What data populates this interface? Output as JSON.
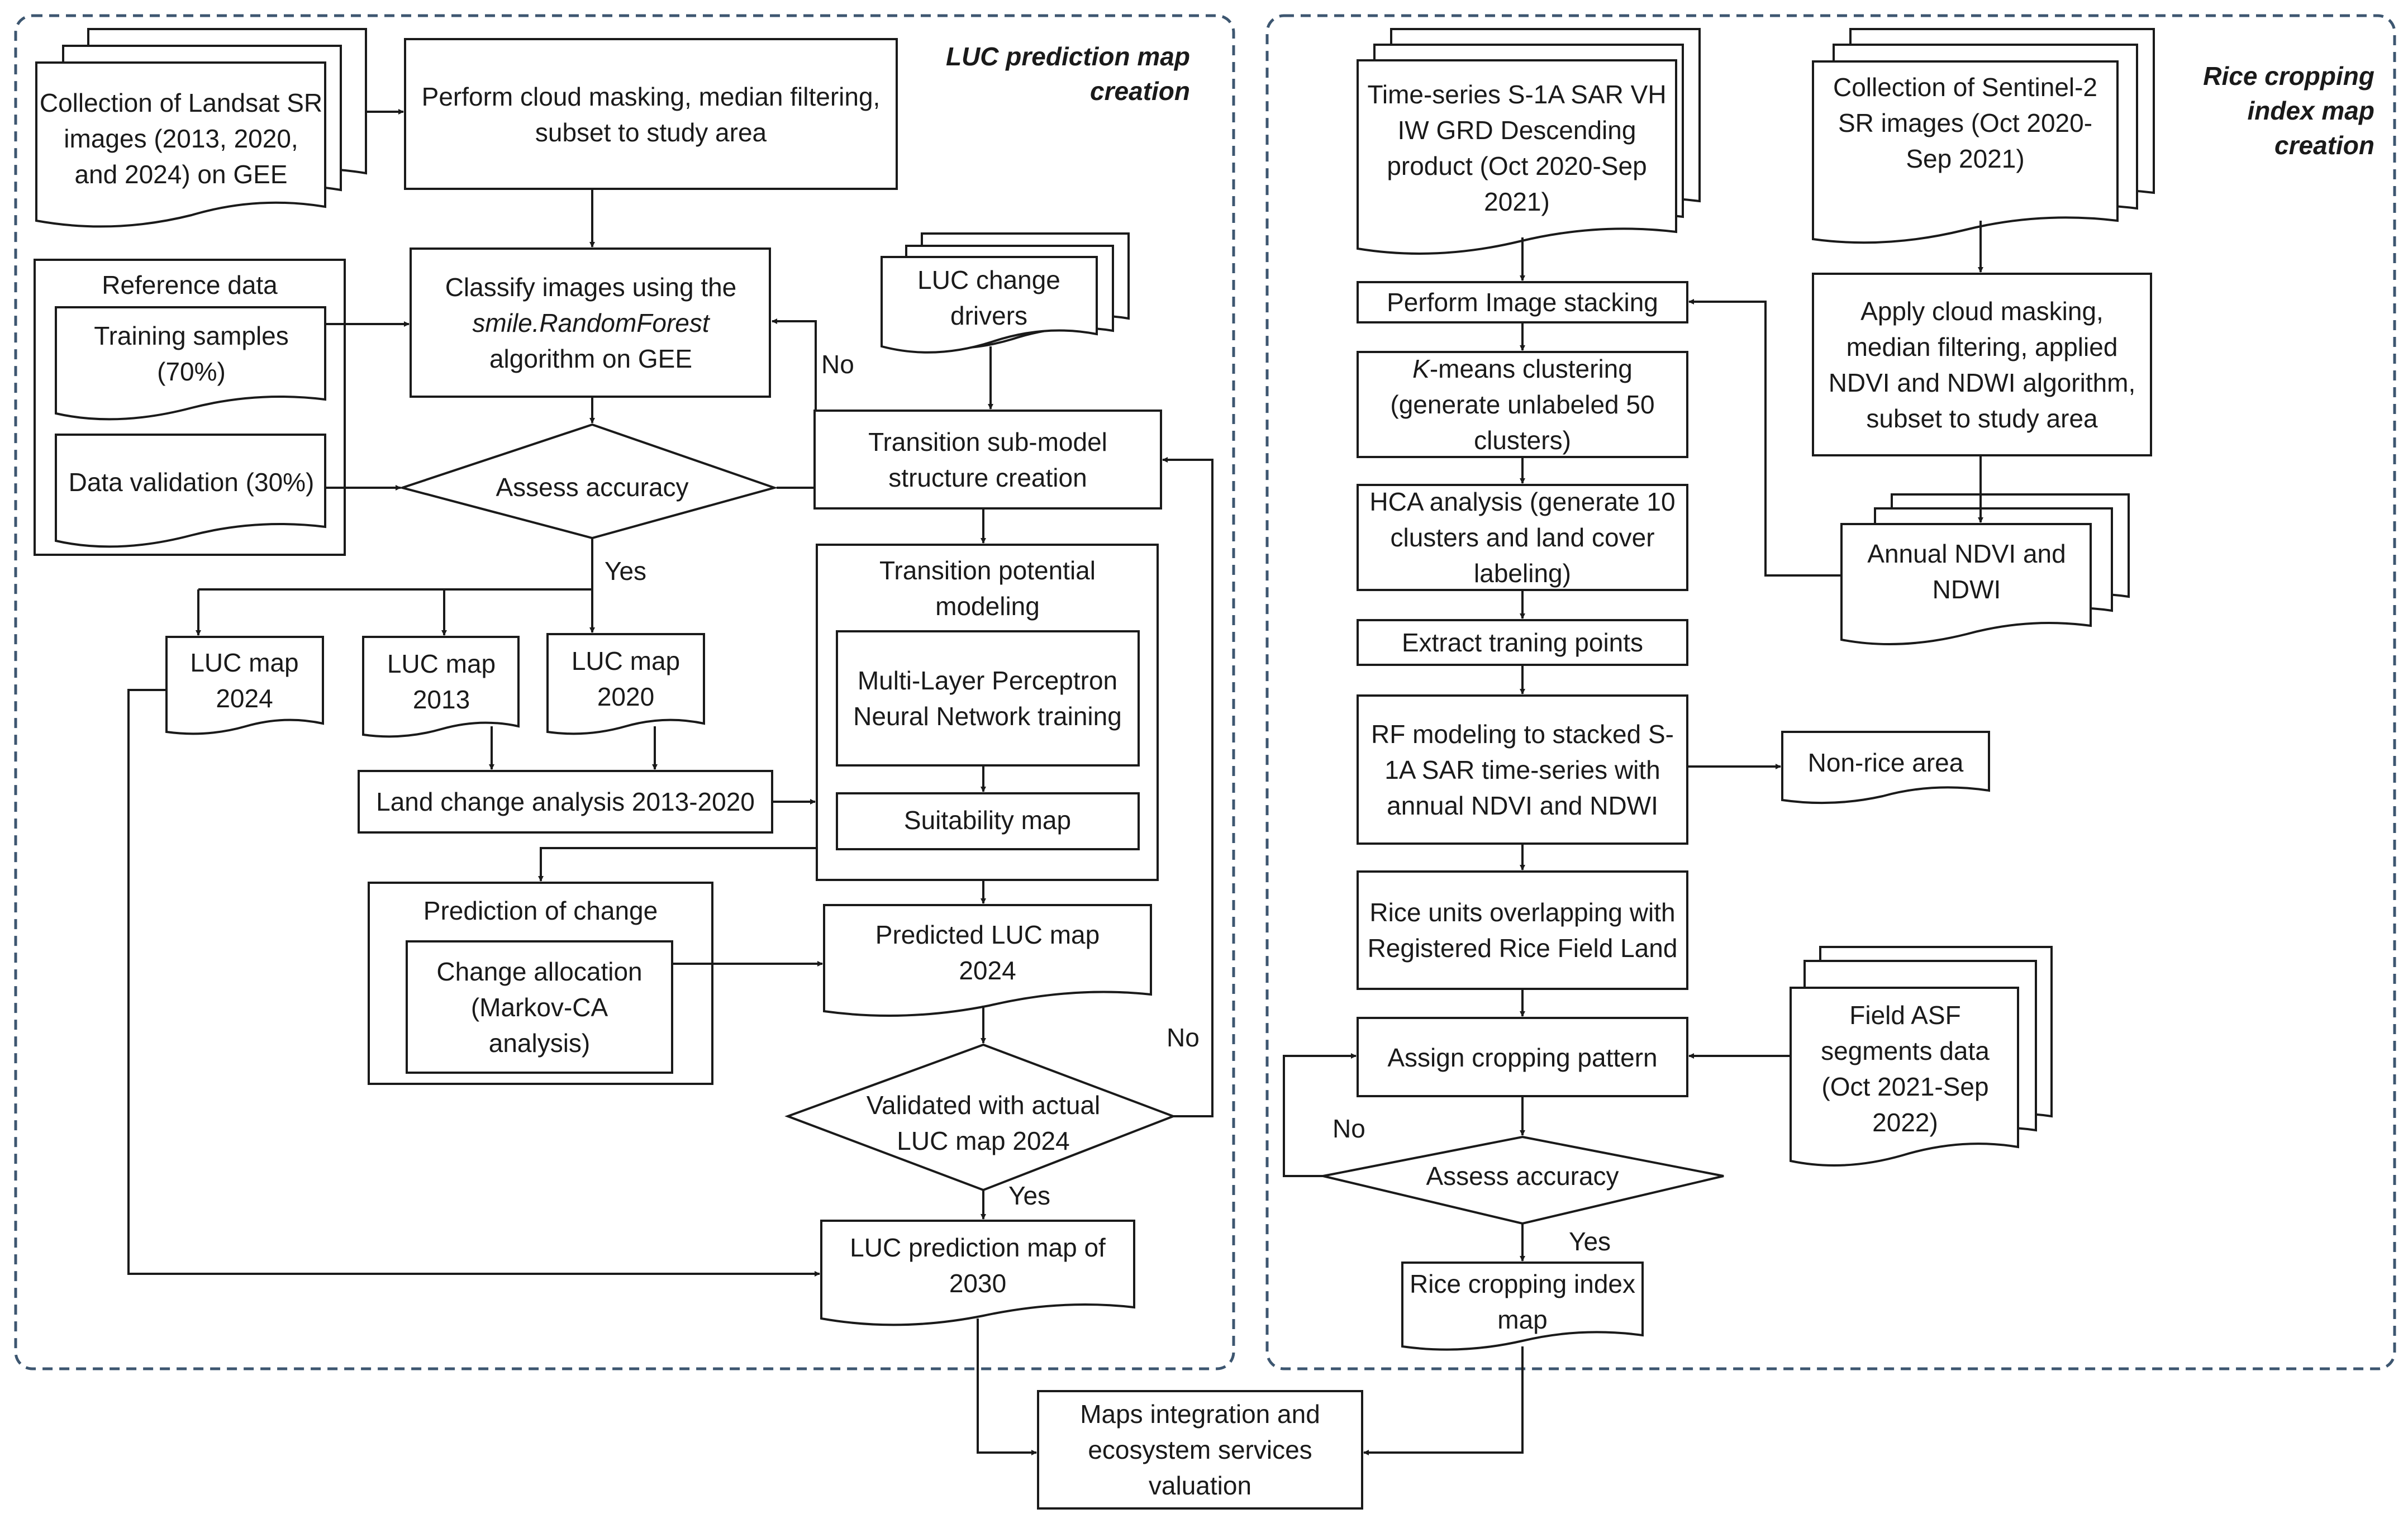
{
  "panels": {
    "left_title": "LUC prediction map creation",
    "right_title": "Rice cropping index map creation"
  },
  "left": {
    "landsat_docs": "Collection of Landsat SR images (2013, 2020, and 2024) on GEE",
    "cloud_mask": "Perform cloud masking, median filtering, subset to study area",
    "reference_data": "Reference data",
    "training_samples": "Training samples (70%)",
    "data_validation": "Data validation (30%)",
    "classify_line1": "Classify images using the",
    "classify_algo": "smile.RandomForest",
    "classify_line3": "algorithm on GEE",
    "assess_accuracy": "Assess accuracy",
    "luc_change_drivers": "LUC change drivers",
    "no_label_1": "No",
    "transition_submodel": "Transition sub-model structure creation",
    "yes_label_1": "Yes",
    "transition_potential": "Transition potential modeling",
    "mlp": "Multi-Layer Perceptron Neural Network training",
    "suitability": "Suitability map",
    "luc_2024": "LUC map 2024",
    "luc_2013": "LUC map 2013",
    "luc_2020": "LUC map 2020",
    "land_change": "Land change analysis 2013-2020",
    "prediction_change": "Prediction of change",
    "change_allocation": "Change allocation (Markov-CA analysis)",
    "predicted_luc": "Predicted LUC map 2024",
    "validated": "Validated with actual LUC map 2024",
    "no_label_2": "No",
    "yes_label_2": "Yes",
    "prediction_2030": "LUC prediction map of 2030"
  },
  "right": {
    "s1_docs": "Time-series S-1A SAR VH IW GRD Descending product (Oct 2020-Sep 2021)",
    "s2_docs": "Collection of Sentinel-2 SR images (Oct 2020-Sep 2021)",
    "stacking": "Perform Image stacking",
    "kmeans_k": "K",
    "kmeans_rest": "-means clustering (generate unlabeled 50 clusters)",
    "cloud_ndvi": "Apply cloud masking, median filtering, applied NDVI and NDWI algorithm, subset to study area",
    "hca": "HCA analysis (generate 10 clusters and land cover labeling)",
    "annual_ndvi": "Annual NDVI and NDWI",
    "extract": "Extract traning points",
    "rf_modeling": "RF modeling to stacked S-1A SAR time-series with annual NDVI and NDWI",
    "non_rice": "Non-rice area",
    "rice_units": "Rice units overlapping with Registered Rice Field Land",
    "field_asf": "Field ASF segments data (Oct 2021-Sep 2022)",
    "assign": "Assign cropping pattern",
    "no_label": "No",
    "assess_accuracy": "Assess accuracy",
    "yes_label": "Yes",
    "rice_index": "Rice cropping index map"
  },
  "bottom": {
    "integration": "Maps integration and ecosystem services valuation"
  },
  "colors": {
    "stroke": "#1a1a1a",
    "panel_border": "#3d5670",
    "background": "#ffffff"
  }
}
